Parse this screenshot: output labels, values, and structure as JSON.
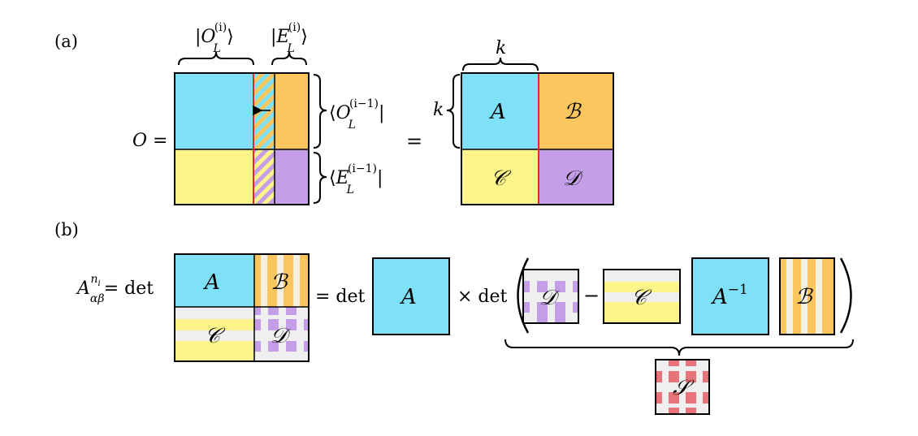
{
  "panel_a": {
    "label": "(a)",
    "o_eq": "O =",
    "top_brace_left": {
      "pre": "|",
      "base": "O",
      "sub": "L",
      "sup": "(i)",
      "post": "⟩"
    },
    "top_brace_right": {
      "pre": "|",
      "base": "E",
      "sub": "L",
      "sup": "(i)",
      "post": "⟩"
    },
    "side_brace_top": {
      "pre": "⟨",
      "base": "O",
      "sub": "L",
      "sup": "(i−1)",
      "post": "|"
    },
    "side_brace_bottom": {
      "pre": "⟨",
      "base": "E",
      "sub": "L",
      "sup": "(i−1)",
      "post": "|"
    },
    "equals": "=",
    "k_top": "k",
    "k_left": "k",
    "blocks": {
      "A": "A",
      "B": "ℬ",
      "C": "𝒞",
      "D": "𝒟"
    }
  },
  "panel_b": {
    "label": "(b)",
    "lhs": {
      "base": "A",
      "sub": "αβ",
      "sup": "n",
      "sup_sub": "i",
      "eq": "= det"
    },
    "block_labels": {
      "A": "A",
      "B": "ℬ",
      "C": "𝒞",
      "D": "𝒟"
    },
    "eq_det": "= det",
    "A_label": "A",
    "times_det": "× det",
    "D_label": "𝒟",
    "minus": "−",
    "C_label": "𝒞",
    "Ainv_base": "A",
    "Ainv_sup": "−1",
    "B_label": "ℬ",
    "S_label": "𝒮"
  },
  "colors": {
    "cyan": "#7fe1f8",
    "orange": "#fbc65e",
    "yellow": "#fdf58a",
    "purple": "#c59ee8",
    "red": "#e8737a",
    "light_gray": "#efefef",
    "red_line": "#e0282e"
  }
}
